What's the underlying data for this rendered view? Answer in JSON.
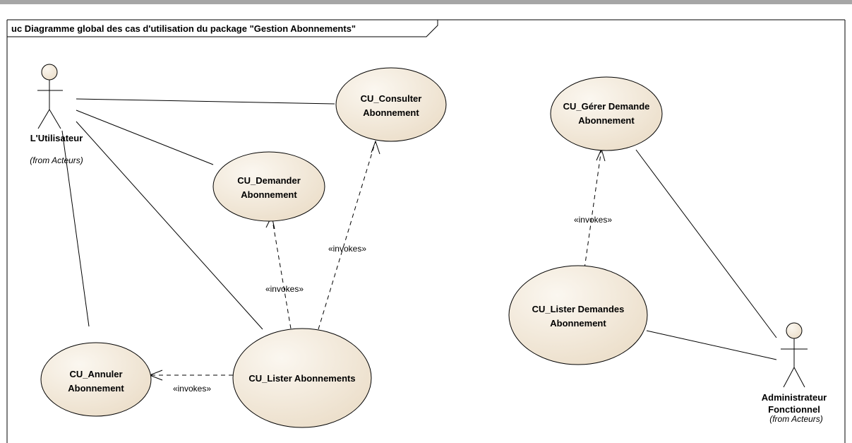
{
  "diagram": {
    "title": "uc Diagramme global des cas d'utilisation du package \"Gestion Abonnements\""
  },
  "actors": {
    "utilisateur": {
      "name": "L'Utilisateur",
      "from": "(from Acteurs)"
    },
    "administrateur": {
      "name_line1": "Administrateur",
      "name_line2": "Fonctionnel",
      "from": "(from Acteurs)"
    }
  },
  "use_cases": {
    "consulter": {
      "line1": "CU_Consulter",
      "line2": "Abonnement"
    },
    "demander": {
      "line1": "CU_Demander",
      "line2": "Abonnement"
    },
    "annuler": {
      "line1": "CU_Annuler",
      "line2": "Abonnement"
    },
    "lister": {
      "line1": "CU_Lister Abonnements"
    },
    "gerer": {
      "line1": "CU_Gérer Demande",
      "line2": "Abonnement"
    },
    "lister_demandes": {
      "line1": "CU_Lister Demandes",
      "line2": "Abonnement"
    }
  },
  "relations": {
    "invokes_demander": "«invokes»",
    "invokes_consulter": "«invokes»",
    "invokes_annuler": "«invokes»",
    "invokes_gerer": "«invokes»"
  },
  "colors": {
    "usecase_fill": "#f2e8d8",
    "usecase_fill_light": "#fbf7f0",
    "top_bar": "#a6a6a6"
  }
}
